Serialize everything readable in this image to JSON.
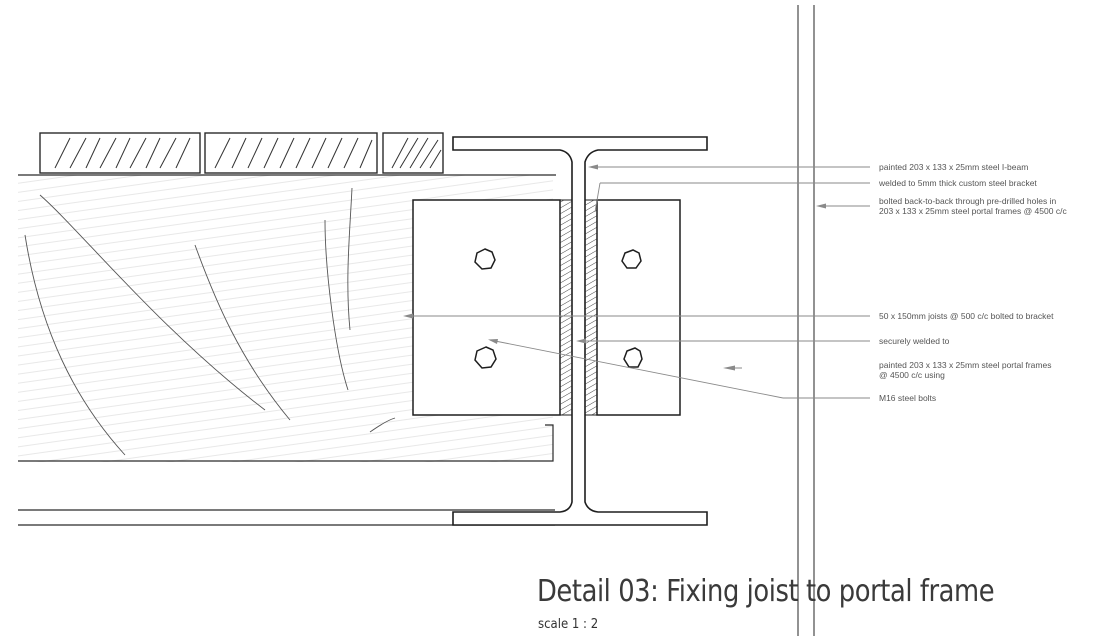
{
  "callouts": {
    "ibeam": "painted 203 x 133 x 25mm steel I-beam",
    "welded_bracket": "welded to 5mm thick custom steel bracket",
    "bolted_line1": "bolted back-to-back through pre-drilled holes in",
    "bolted_line2": "203 x 133 x 25mm steel portal frames @ 4500 c/c",
    "joists": "50 x 150mm joists @ 500 c/c bolted to bracket",
    "securely_welded": "securely welded to",
    "portal_line1": "painted 203 x 133 x 25mm steel portal frames",
    "portal_line2": "@ 4500 c/c using",
    "bolts": "M16 steel bolts"
  },
  "title": "Detail 03: Fixing joist to portal frame",
  "scale": "scale 1 : 2",
  "colors": {
    "ink": "#2a2a2a",
    "leader": "#8a8a8a",
    "text": "#555555"
  }
}
